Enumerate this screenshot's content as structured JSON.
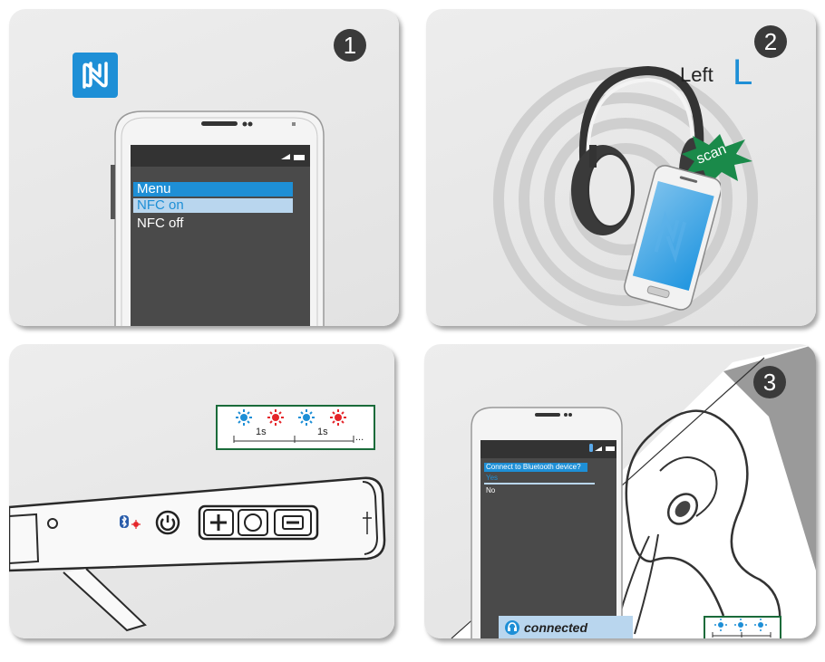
{
  "panel1": {
    "step": "1",
    "menu_items": [
      {
        "label": "Menu"
      },
      {
        "label": "NFC on"
      },
      {
        "label": "NFC off"
      }
    ]
  },
  "panel2": {
    "step": "2",
    "side_text": "Left",
    "side_letter": "L",
    "scan_text": "scan"
  },
  "panel3": {
    "led_timing": {
      "interval1": "1s",
      "interval2": "1s",
      "continues": "..."
    }
  },
  "panel4": {
    "step": "3",
    "prompt": "Connect to Bluetooth device?",
    "options": [
      {
        "label": "Yes"
      },
      {
        "label": "No"
      }
    ],
    "status_text": "connected"
  },
  "colors": {
    "nfc_blue": "#1e8fd6",
    "led_red": "#e5252a",
    "scan_green": "#1a8a4a",
    "frame_green": "#1a6b3a",
    "lcd_dark": "#4a4a4a",
    "lcd_highlight": "#1e8fd6"
  }
}
